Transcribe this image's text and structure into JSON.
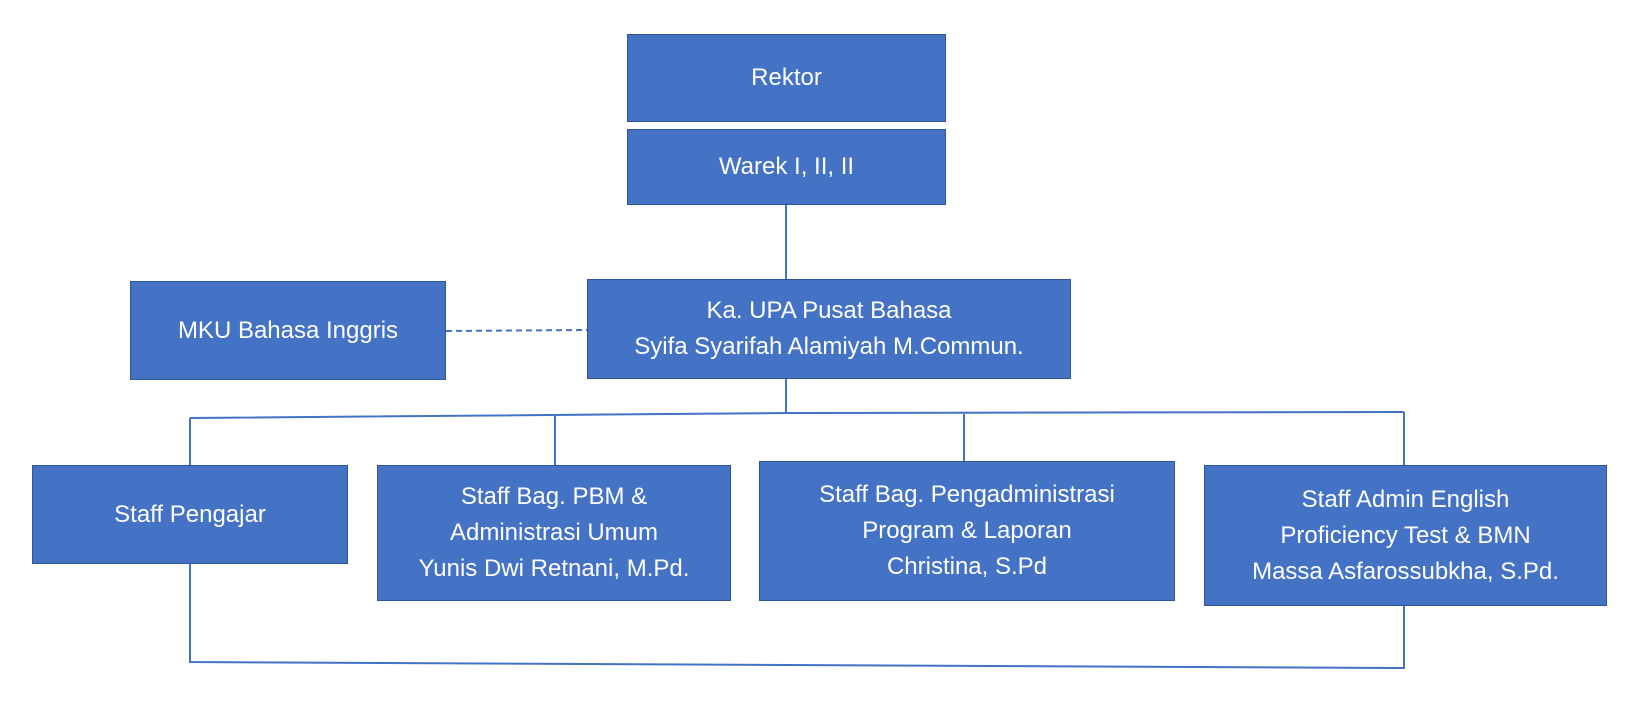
{
  "colors": {
    "box_fill": "#4472c4",
    "box_border": "#2f5597",
    "box_text": "#ffffff",
    "line": "#4472c4"
  },
  "org_chart": {
    "rektor": {
      "lines": [
        "Rektor"
      ]
    },
    "warek": {
      "lines": [
        "Warek I, II, II"
      ]
    },
    "kepala": {
      "lines": [
        "Ka. UPA Pusat Bahasa",
        "Syifa Syarifah Alamiyah M.Commun."
      ]
    },
    "mku": {
      "lines": [
        "MKU Bahasa Inggris"
      ]
    },
    "staff": [
      {
        "lines": [
          "Staff Pengajar"
        ]
      },
      {
        "lines": [
          "Staff Bag. PBM &",
          "Administrasi Umum",
          "Yunis Dwi Retnani, M.Pd."
        ]
      },
      {
        "lines": [
          "Staff Bag. Pengadministrasi",
          "Program & Laporan",
          "Christina, S.Pd"
        ]
      },
      {
        "lines": [
          "Staff Admin English",
          "Proficiency Test & BMN",
          "Massa Asfarossubkha, S.Pd."
        ]
      }
    ]
  }
}
